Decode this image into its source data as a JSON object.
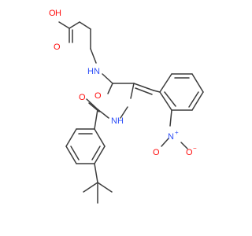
{
  "molecule": {
    "atoms": {
      "oh_o": "O",
      "oh_h": "H",
      "acid_o": "O",
      "amide_n1_n": "N",
      "amide_n1_h": "H",
      "amide_o1": "O",
      "amide_n2_n": "N",
      "amide_n2_h": "H",
      "amide_o2": "O",
      "nitro_n": "N",
      "nitro_n_charge": "+",
      "nitro_o_a": "O",
      "nitro_o_b": "O",
      "nitro_o_b_charge": "−"
    }
  },
  "colors": {
    "bond": "#3c3c3c",
    "oxygen": "#ff0d0d",
    "nitrogen": "#3050f8"
  }
}
